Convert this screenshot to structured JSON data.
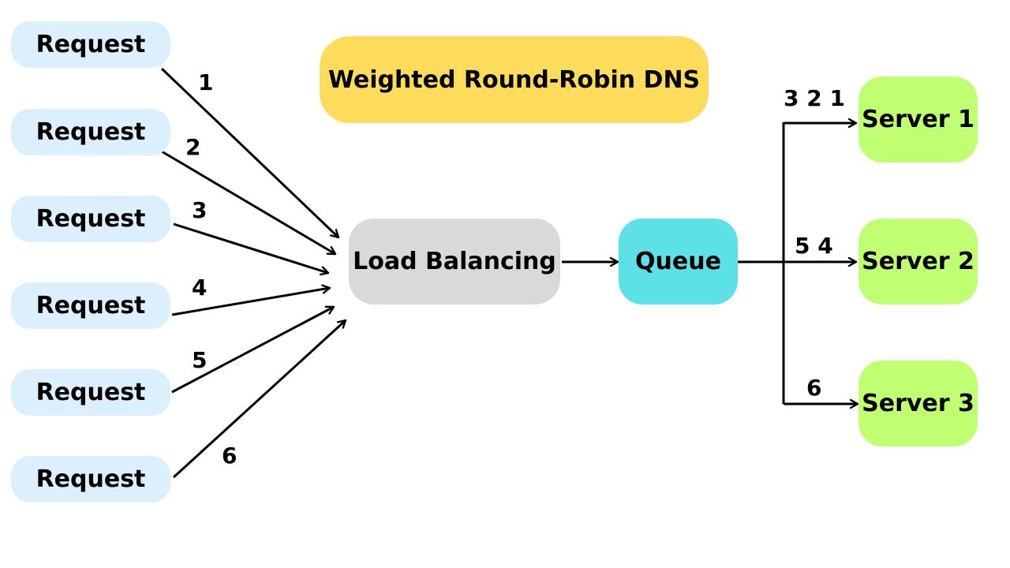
{
  "title": "Weighted Round-Robin DNS",
  "requests": [
    {
      "label": "Request",
      "order": "1"
    },
    {
      "label": "Request",
      "order": "2"
    },
    {
      "label": "Request",
      "order": "3"
    },
    {
      "label": "Request",
      "order": "4"
    },
    {
      "label": "Request",
      "order": "5"
    },
    {
      "label": "Request",
      "order": "6"
    }
  ],
  "load_balancer": {
    "label": "Load Balancing"
  },
  "queue": {
    "label": "Queue"
  },
  "servers": [
    {
      "label": "Server 1",
      "assigned": "3 2 1"
    },
    {
      "label": "Server 2",
      "assigned": "5 4"
    },
    {
      "label": "Server 3",
      "assigned": "6"
    }
  ],
  "colors": {
    "request": "#dbeffd",
    "title": "#fcdc5a",
    "load_balancer": "#d9d9d9",
    "queue": "#5ce1e6",
    "server": "#c1ff72",
    "edge": "#000000"
  }
}
